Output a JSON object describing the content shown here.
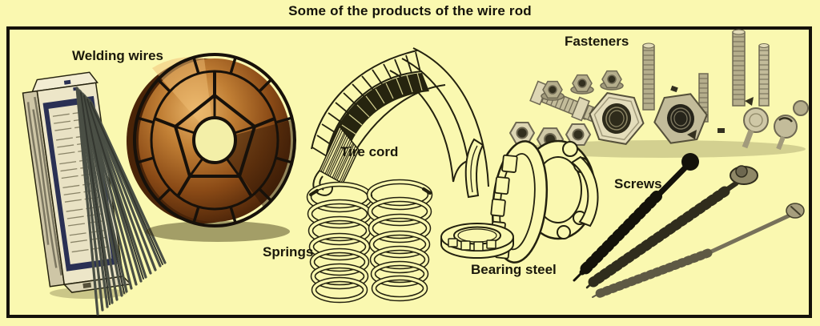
{
  "title": "Some of the products of the wire rod",
  "labels": {
    "welding_wires": "Welding wires",
    "tire_cord": "Tire cord",
    "fasteners": "Fasteners",
    "springs": "Springs",
    "bearing_steel": "Bearing steel",
    "screws": "Screws"
  },
  "illustrations": [
    "welding-wires-box-and-electrodes",
    "copper-wire-spool",
    "tire-cutaway-drawing",
    "fasteners-nuts-and-bolts-photo",
    "coil-springs-drawing",
    "ball-bearing-drawing",
    "screws-photo"
  ],
  "colors": {
    "background": "#FAF8B0",
    "panel_border": "#14120A",
    "label_text": "#1A180B",
    "line_art": "#23210F",
    "copper": "#B06A22",
    "copper_dark": "#4A2408",
    "copper_light": "#E8B468",
    "electrode_gray": "#4A4F45",
    "box_navy": "#2A3054",
    "box_cream": "#EDE6C8",
    "metal_light": "#DDD6B4",
    "metal_mid": "#B5AE8C",
    "metal_dark": "#6E6852",
    "metal_shadow": "#33301F",
    "screw_black": "#14120A",
    "screw_dark": "#302D1D",
    "screw_gray": "#77715A"
  }
}
